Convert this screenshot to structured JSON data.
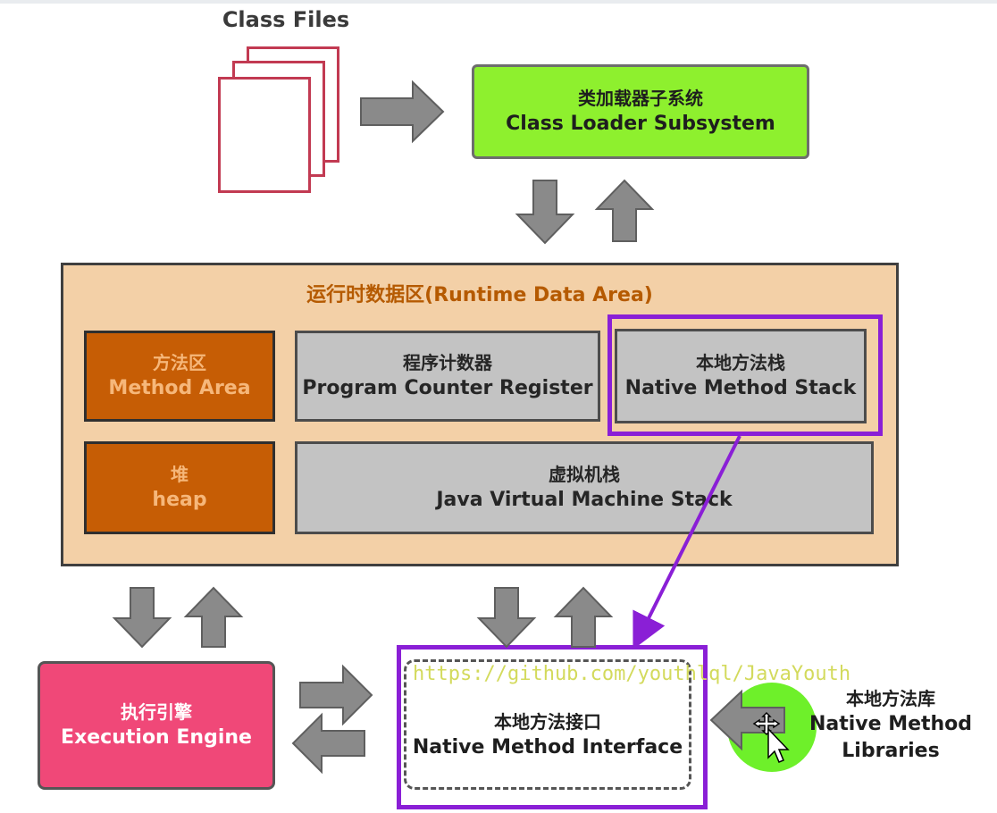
{
  "class_files": {
    "label": "Class Files"
  },
  "class_loader": {
    "zh": "类加载器子系统",
    "en": "Class Loader Subsystem"
  },
  "runtime_data_area": {
    "title": "运行时数据区(Runtime Data Area)",
    "method_area": {
      "zh": "方法区",
      "en": "Method Area"
    },
    "pc_register": {
      "zh": "程序计数器",
      "en": "Program Counter Register"
    },
    "native_method_stack": {
      "zh": "本地方法栈",
      "en": "Native Method Stack"
    },
    "heap": {
      "zh": "堆",
      "en": "heap"
    },
    "jvm_stack": {
      "zh": "虚拟机栈",
      "en": "Java Virtual Machine Stack"
    }
  },
  "execution_engine": {
    "zh": "执行引擎",
    "en": "Execution Engine"
  },
  "native_method_interface": {
    "zh": "本地方法接口",
    "en": "Native Method Interface"
  },
  "native_method_libraries": {
    "zh": "本地方法库",
    "en_line1": "Native Method",
    "en_line2": "Libraries"
  },
  "watermark": "https://github.com/youthlql/JavaYouth",
  "colors": {
    "class_loader_bg": "#8ef02e",
    "runtime_area_bg": "#f3d0a7",
    "brown_box": "#c65d05",
    "gray_box": "#c3c3c3",
    "execution_engine_bg": "#f04878",
    "highlight_purple": "#8a1fd6",
    "arrow_gray": "#8a8a8a"
  }
}
